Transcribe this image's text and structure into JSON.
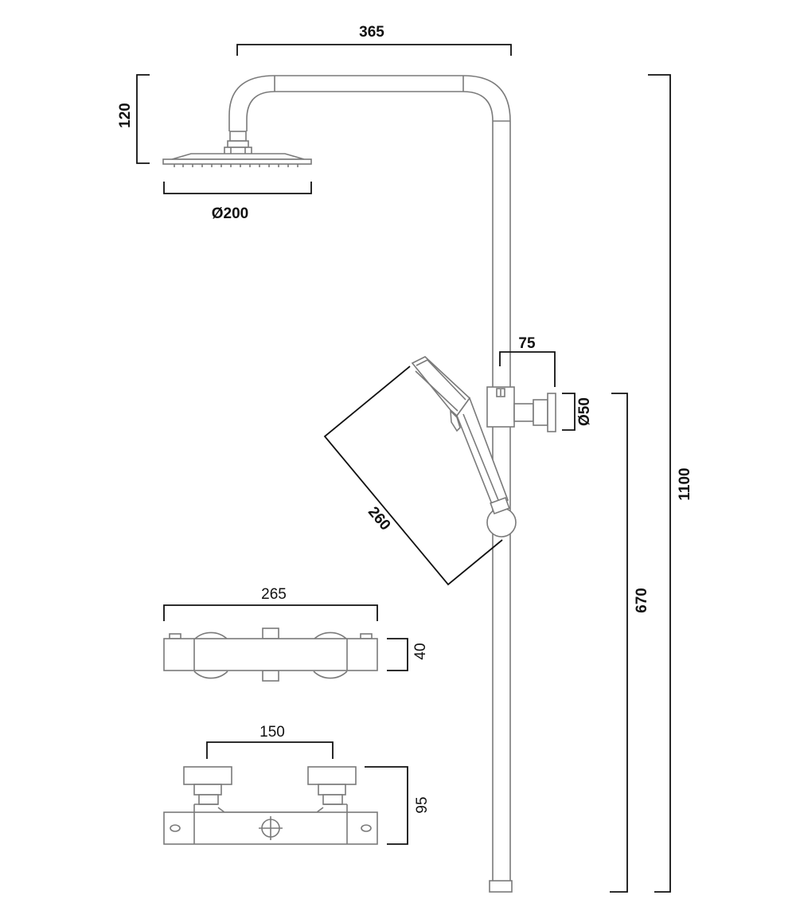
{
  "dimensions": {
    "arm_length": "365",
    "head_drop": "120",
    "head_diameter": "Ø200",
    "bracket_projection": "75",
    "bracket_diameter": "Ø50",
    "total_height": "1100",
    "handset_length": "260",
    "valve_height": "670",
    "valve_width": "265",
    "valve_depth": "40",
    "inlet_centres": "150",
    "valve_projection": "95"
  }
}
